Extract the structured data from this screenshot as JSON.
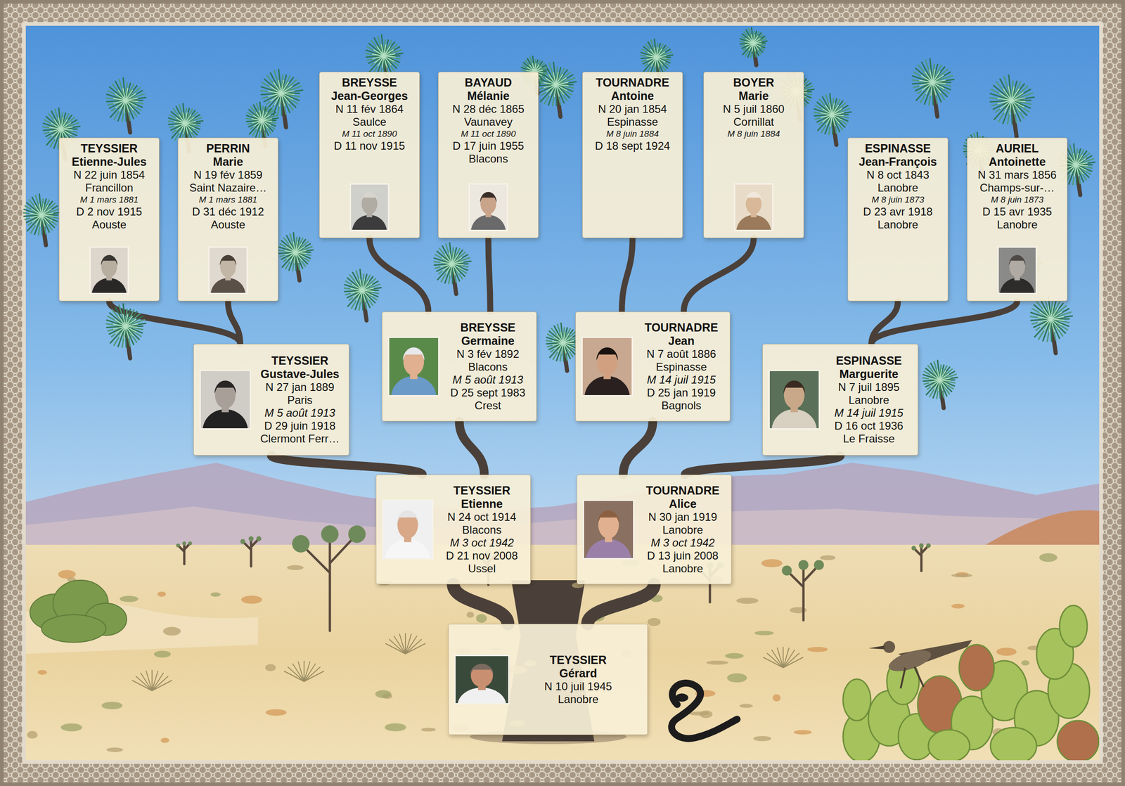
{
  "diagram": {
    "nodes": [
      {
        "text": [
          "TEYSSIER",
          "Etienne-Jules",
          "N 22 juin 1854",
          "Francillon",
          "M 1 mars 1881",
          "D 2 nov 1915",
          "Aouste"
        ]
      },
      {
        "text": [
          "PERRIN",
          "Marie",
          "N 19 fév 1859",
          "Saint Nazaire…",
          "M 1 mars 1881",
          "D 31 déc 1912",
          "Aouste"
        ]
      },
      {
        "text": [
          "BREYSSE",
          "Jean-Georges",
          "N 11 fév 1864",
          "Saulce",
          "M 11 oct 1890",
          "D 11 nov 1915"
        ]
      },
      {
        "text": [
          "BAYAUD",
          "Mélanie",
          "N 28 déc 1865",
          "Vaunavey",
          "M 11 oct 1890",
          "D 17 juin 1955",
          "Blacons"
        ]
      },
      {
        "text": [
          "TOURNADRE",
          "Antoine",
          "N 20 jan 1854",
          "Espinasse",
          "M 8 juin 1884",
          "D 18 sept 1924"
        ]
      },
      {
        "text": [
          "BOYER",
          "Marie",
          "N 5 juil 1860",
          "Cornillat",
          "M 8 juin 1884"
        ]
      },
      {
        "text": [
          "ESPINASSE",
          "Jean-François",
          "N 8 oct 1843",
          "Lanobre",
          "M 8 juin 1873",
          "D 23 avr 1918",
          "Lanobre"
        ]
      },
      {
        "text": [
          "AURIEL",
          "Antoinette",
          "N 31 mars 1856",
          "Champs-sur-…",
          "M 8 juin 1873",
          "D 15 avr 1935",
          "Lanobre"
        ]
      },
      {
        "text": [
          "TEYSSIER",
          "Gustave-Jules",
          "N 27 jan 1889",
          "Paris",
          "M 5 août 1913",
          "D 29 juin 1918",
          "Clermont Ferr…"
        ]
      },
      {
        "text": [
          "BREYSSE",
          "Germaine",
          "N 3 fév 1892",
          "Blacons",
          "M 5 août 1913",
          "D 25 sept 1983",
          "Crest"
        ]
      },
      {
        "text": [
          "TOURNADRE",
          "Jean",
          "N 7 août 1886",
          "Espinasse",
          "M 14 juil 1915",
          "D 25 jan 1919",
          "Bagnols"
        ]
      },
      {
        "text": [
          "ESPINASSE",
          "Marguerite",
          "N 7 juil 1895",
          "Lanobre",
          "M 14 juil 1915",
          "D 16 oct 1936",
          "Le Fraisse"
        ]
      },
      {
        "text": [
          "TEYSSIER",
          "Etienne",
          "N 24 oct 1914",
          "Blacons",
          "M 3 oct 1942",
          "D 21 nov 2008",
          "Ussel"
        ]
      },
      {
        "text": [
          "TOURNADRE",
          "Alice",
          "N 30 jan 1919",
          "Lanobre",
          "M 3 oct 1942",
          "D 13 juin 2008",
          "Lanobre"
        ]
      },
      {
        "text": [
          "TEYSSIER",
          "Gérard",
          "N 10 juil 1945",
          "Lanobre"
        ]
      }
    ],
    "edges": [
      {
        "from": 0,
        "to": 8,
        "arrow": "none"
      },
      {
        "from": 1,
        "to": 8,
        "arrow": "none"
      },
      {
        "from": 2,
        "to": 9,
        "arrow": "none"
      },
      {
        "from": 3,
        "to": 9,
        "arrow": "none"
      },
      {
        "from": 4,
        "to": 10,
        "arrow": "none"
      },
      {
        "from": 5,
        "to": 10,
        "arrow": "none"
      },
      {
        "from": 6,
        "to": 11,
        "arrow": "none"
      },
      {
        "from": 7,
        "to": 11,
        "arrow": "none"
      },
      {
        "from": 8,
        "to": 12,
        "arrow": "none"
      },
      {
        "from": 9,
        "to": 12,
        "arrow": "none"
      },
      {
        "from": 10,
        "to": 13,
        "arrow": "none"
      },
      {
        "from": 11,
        "to": 13,
        "arrow": "none"
      },
      {
        "from": 12,
        "to": 14,
        "arrow": "none"
      },
      {
        "from": 13,
        "to": 14,
        "arrow": "none"
      }
    ]
  }
}
